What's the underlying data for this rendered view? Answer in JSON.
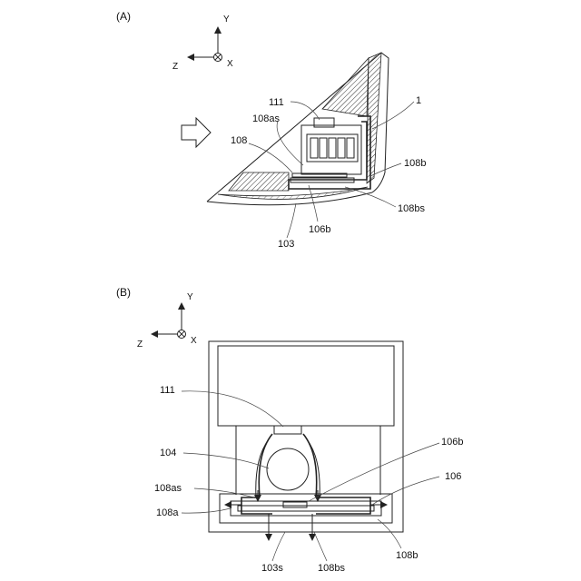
{
  "figure": {
    "panel_a": {
      "title": "(A)",
      "axes": {
        "y": "Y",
        "z": "Z",
        "x": "X"
      },
      "labels": {
        "l111": "111",
        "l1": "1",
        "l108as": "108as",
        "l108": "108",
        "l108b": "108b",
        "l108bs": "108bs",
        "l106b": "106b",
        "l103": "103"
      }
    },
    "panel_b": {
      "title": "(B)",
      "axes": {
        "y": "Y",
        "z": "Z",
        "x": "X"
      },
      "labels": {
        "l111": "111",
        "l104": "104",
        "l106b": "106b",
        "l106": "106",
        "l108as": "108as",
        "l108a": "108a",
        "l108b": "108b",
        "l103s": "103s",
        "l108bs": "108bs"
      }
    }
  }
}
